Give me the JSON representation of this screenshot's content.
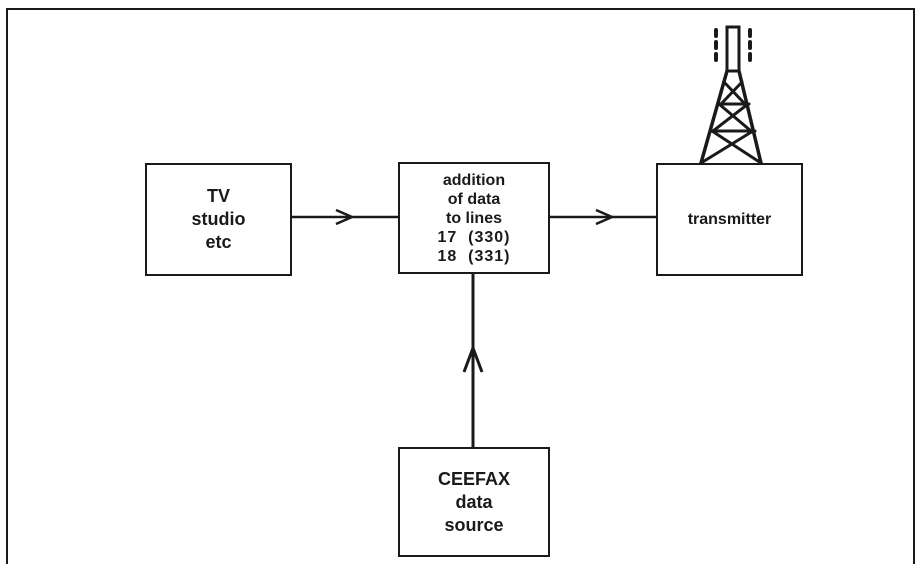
{
  "nodes": {
    "tv_studio": {
      "lines": [
        "TV",
        "studio",
        "etc"
      ]
    },
    "addition": {
      "lines": [
        "addition",
        "of data",
        "to lines",
        "17  (330)",
        "18  (331)"
      ]
    },
    "transmitter": {
      "lines": [
        "transmitter"
      ]
    },
    "ceefax": {
      "lines": [
        "CEEFAX",
        "data",
        "source"
      ]
    }
  },
  "edges": [
    {
      "from": "tv_studio",
      "to": "addition"
    },
    {
      "from": "addition",
      "to": "transmitter"
    },
    {
      "from": "ceefax",
      "to": "addition"
    }
  ],
  "icons": [
    "antenna-tower-icon"
  ],
  "colors": {
    "ink": "#1a1a1a",
    "background": "#ffffff"
  }
}
